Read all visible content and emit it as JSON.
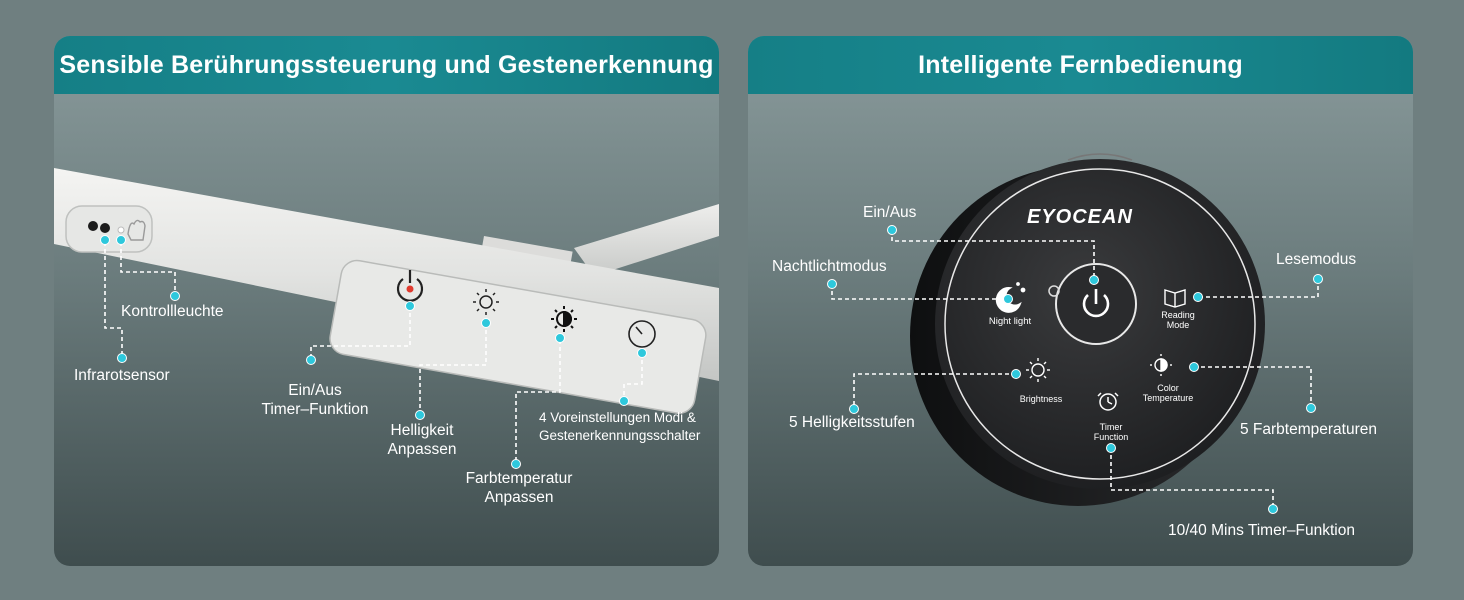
{
  "left_panel": {
    "title": "Sensible Berührungssteuerung und Gestenerkennung",
    "labels": {
      "kontrollleuchte": "Kontrollleuchte",
      "infrarotsensor": "Infrarotsensor",
      "ein_aus_line1": "Ein/Aus",
      "ein_aus_line2": "Timer–Funktion",
      "helligkeit_line1": "Helligkeit",
      "helligkeit_line2": "Anpassen",
      "farbtemperatur_line1": "Farbtemperatur",
      "farbtemperatur_line2": "Anpassen",
      "voreinstellungen_line1": "4 Voreinstellungen Modi &",
      "voreinstellungen_line2": "Gestenerkennungsschalter"
    }
  },
  "right_panel": {
    "title": "Intelligente Fernbedienung",
    "brand": "EYOCEAN",
    "remote_buttons": {
      "night_light": "Night light",
      "reading_mode_line1": "Reading",
      "reading_mode_line2": "Mode",
      "brightness": "Brightness",
      "color_temp_line1": "Color",
      "color_temp_line2": "Temperature",
      "timer_line1": "Timer",
      "timer_line2": "Function"
    },
    "labels": {
      "ein_aus": "Ein/Aus",
      "nachtlichtmodus": "Nachtlichtmodus",
      "lesemodus": "Lesemodus",
      "helligkeitsstufen": "5 Helligkeitsstufen",
      "farbtemperaturen": "5 Farbtemperaturen",
      "timer": "10/40 Mins Timer–Funktion"
    }
  },
  "colors": {
    "banner": "#1a8a92",
    "dot": "#2ec8dc",
    "power_indicator": "#e03a2e"
  }
}
